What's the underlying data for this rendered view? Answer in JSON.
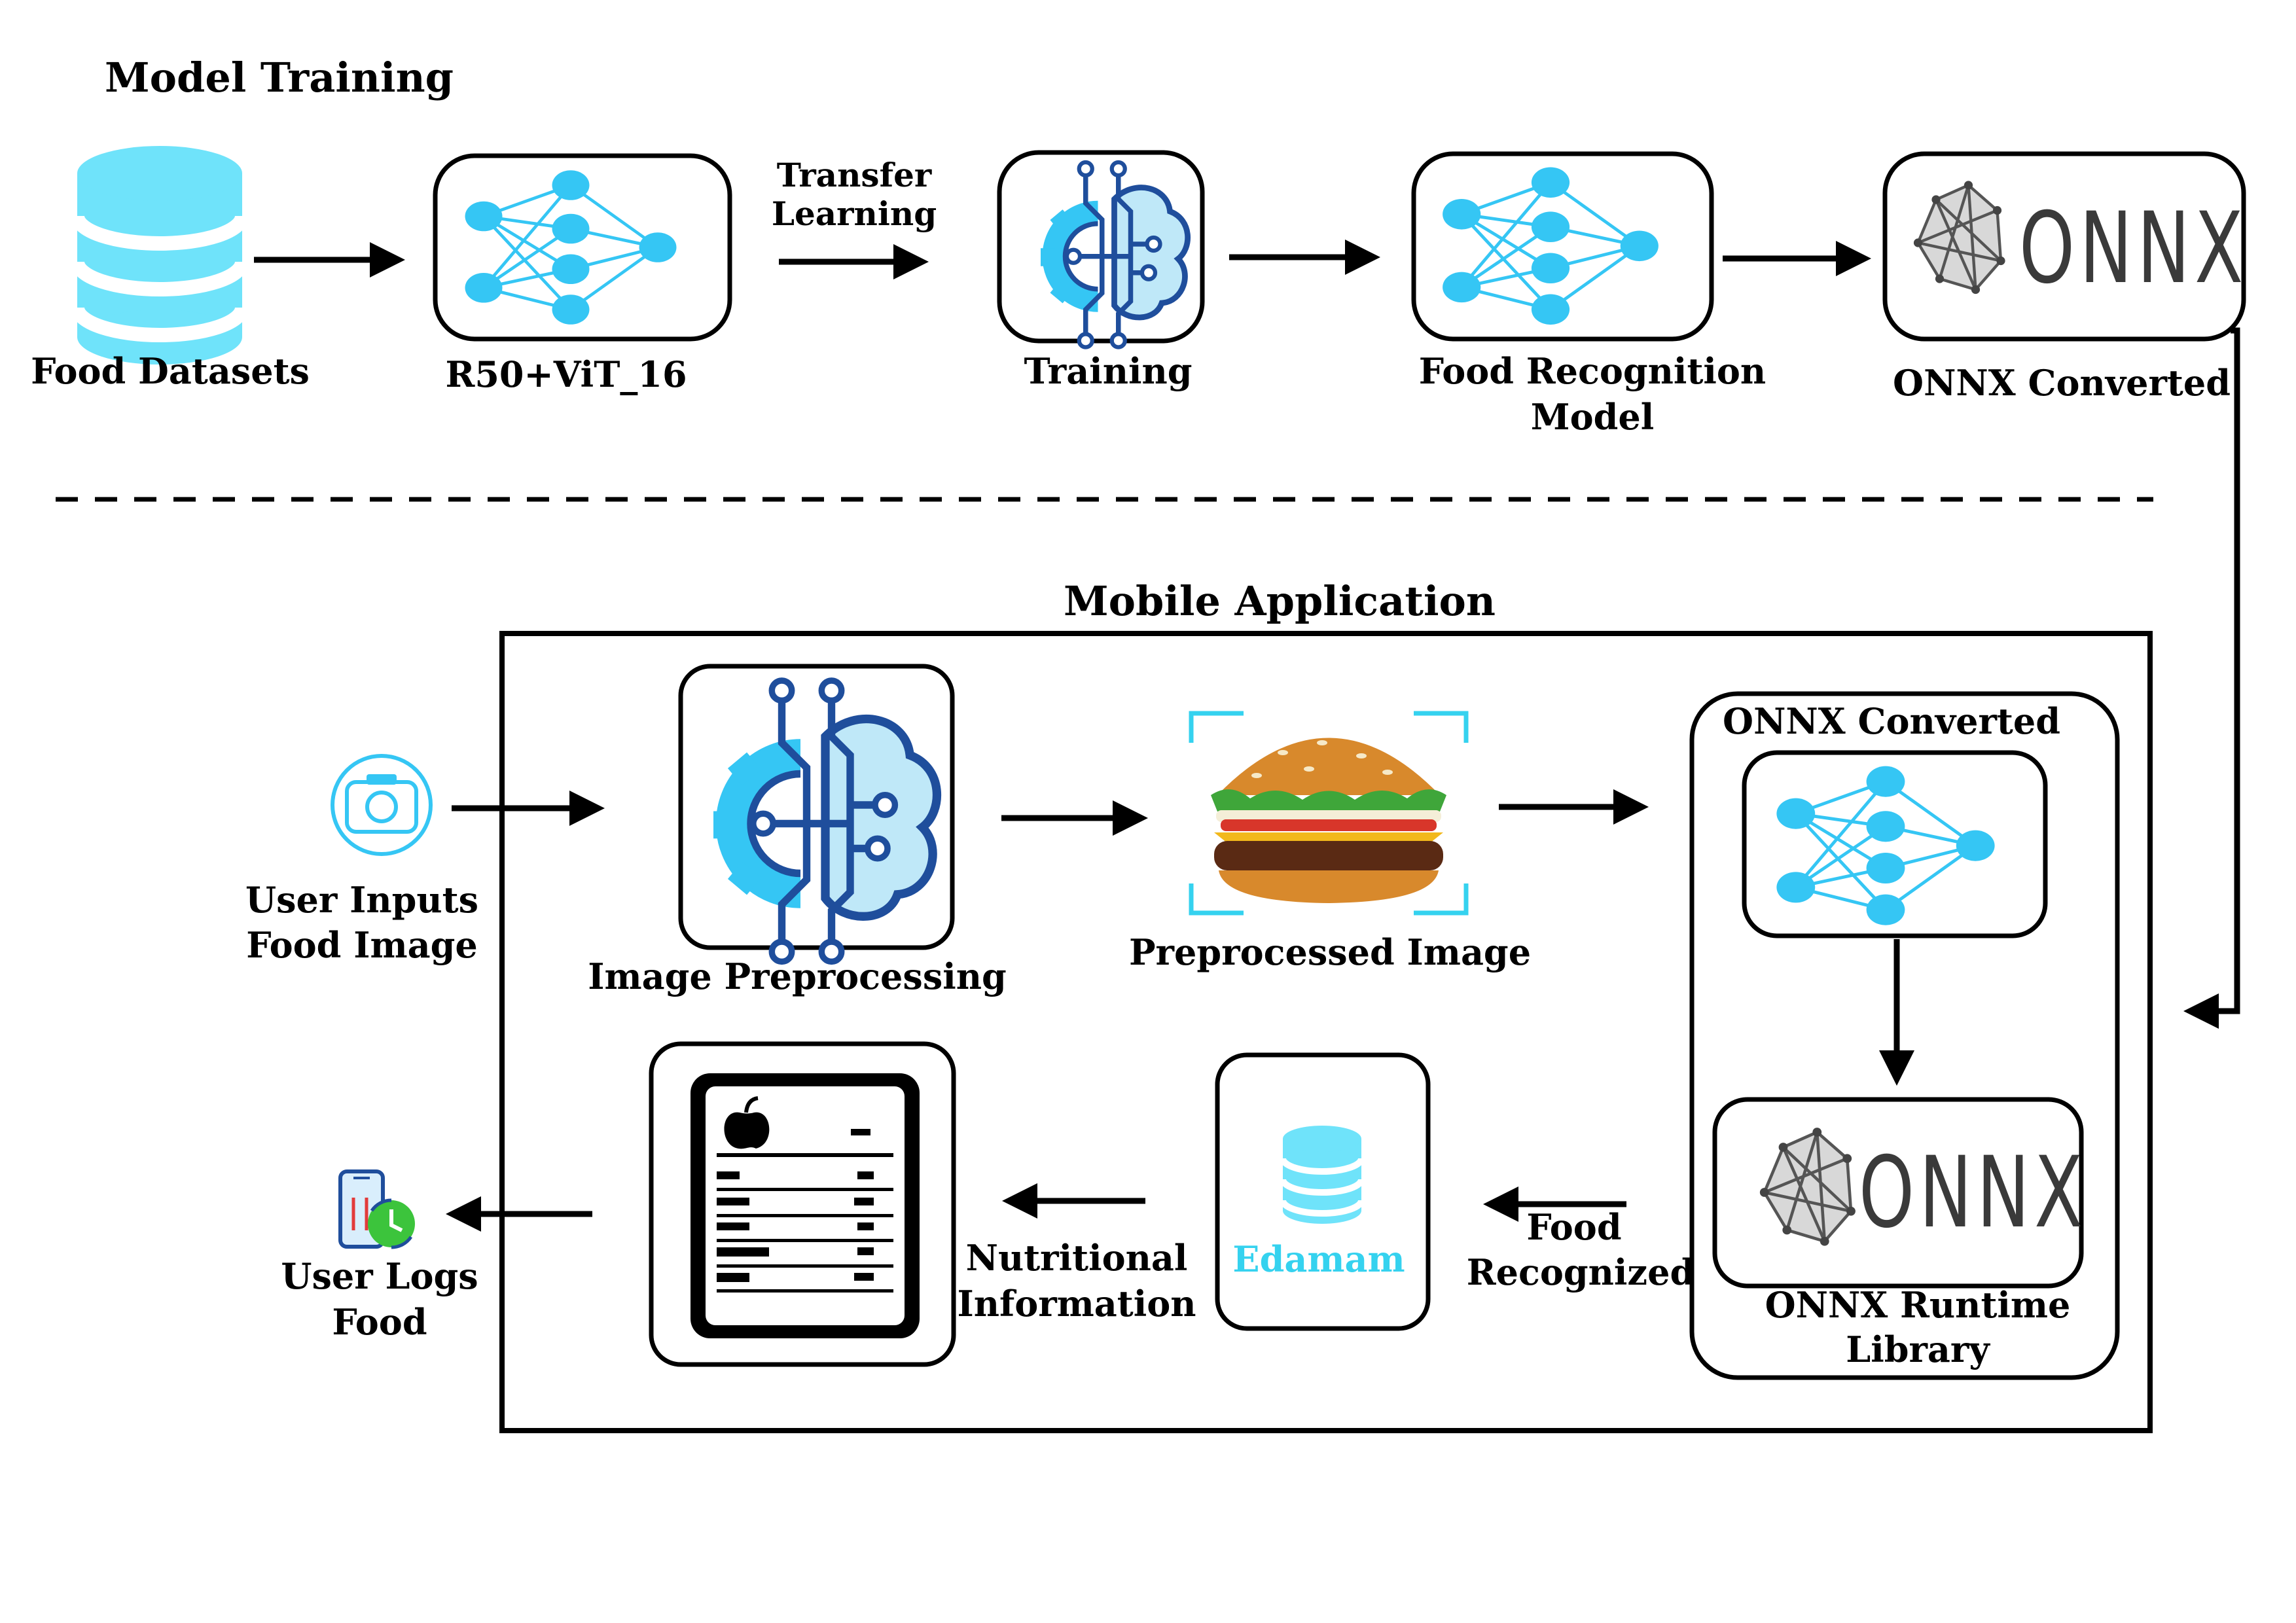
{
  "sections": {
    "training_title": "Model Training",
    "mobile_title": "Mobile Application"
  },
  "training": {
    "food_datasets": "Food Datasets",
    "backbone": "R50+ViT_16",
    "transfer_line1": "Transfer",
    "transfer_line2": "Learning",
    "training": "Training",
    "model_line1": "Food Recognition",
    "model_line2": "Model",
    "onnx_converted": "ONNX Converted",
    "onnx_logo_text": "ONNX"
  },
  "mobile": {
    "user_inputs_line1": "User Inputs",
    "user_inputs_line2": "Food Image",
    "image_preprocessing": "Image Preprocessing",
    "preprocessed_image": "Preprocessed Image",
    "onnx_converted": "ONNX Converted",
    "onnx_logo_text": "ONNX",
    "runtime_line1": "ONNX Runtime",
    "runtime_line2": "Library",
    "food_recognized_line1": "Food",
    "food_recognized_line2": "Recognized",
    "edamam": "Edamam",
    "nutritional_line1": "Nutritional",
    "nutritional_line2": "Information",
    "user_logs_line1": "User Logs",
    "user_logs_line2": "Food"
  },
  "colors": {
    "accent_blue": "#35c6f4",
    "db_blue": "#6fe3fa",
    "dark_blue": "#1f4e9c",
    "edamam_cyan": "#35d2ef",
    "green": "#3cc43c"
  },
  "icons": [
    "database-icon",
    "neural-network-icon",
    "ai-brain-chip-icon",
    "onnx-logo-icon",
    "camera-icon",
    "burger-image",
    "nutrition-label-icon",
    "mobile-food-log-icon"
  ]
}
